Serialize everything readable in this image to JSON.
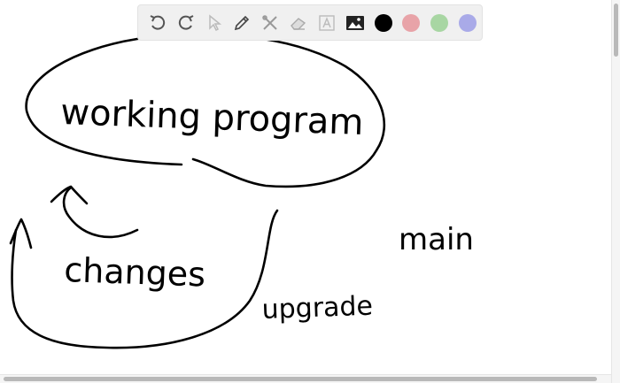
{
  "toolbar": {
    "tools": [
      {
        "name": "undo",
        "icon": "undo-icon"
      },
      {
        "name": "redo",
        "icon": "redo-icon"
      },
      {
        "name": "select",
        "icon": "pointer-icon"
      },
      {
        "name": "pen",
        "icon": "pencil-icon"
      },
      {
        "name": "tools",
        "icon": "tools-icon"
      },
      {
        "name": "eraser",
        "icon": "eraser-icon"
      },
      {
        "name": "text",
        "icon": "text-box-icon"
      },
      {
        "name": "image",
        "icon": "image-icon"
      }
    ],
    "colors": {
      "black": "#000000",
      "red": "#e8a3a8",
      "green": "#a8d6a3",
      "blue": "#a9aae8"
    },
    "selected_color": "black"
  },
  "canvas": {
    "ink_color": "#000000",
    "handwriting": {
      "working_program": "working program",
      "changes": "changes",
      "upgrade": "upgrade",
      "main": "main"
    }
  }
}
